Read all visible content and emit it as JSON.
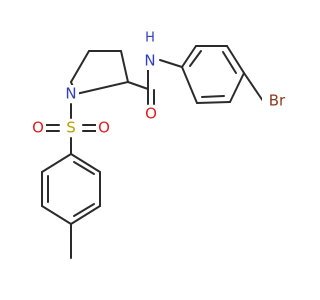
{
  "molecule": {
    "atoms": {
      "n_ring": "N",
      "s": "S",
      "o_left": "O",
      "o_right": "O",
      "o_amide": "O",
      "nh_h": "H",
      "nh_n": "N",
      "br": "Br"
    },
    "colors": {
      "bond": "#2b2b2b",
      "nitrogen": "#2f3fbf",
      "oxygen": "#e01e1e",
      "sulfur": "#b8a200",
      "bromine": "#8a3b1a",
      "text_default": "#2b2b2b"
    }
  }
}
